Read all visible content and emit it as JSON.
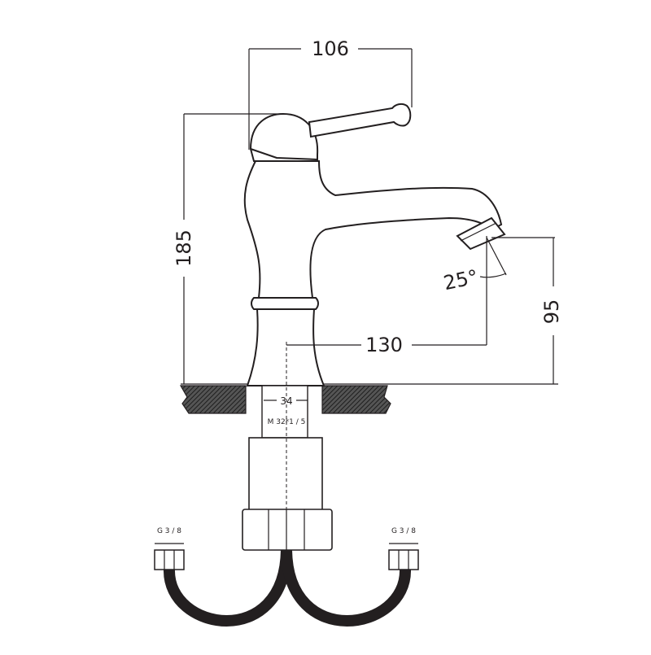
{
  "dimensions": {
    "width_top": "106",
    "height_total": "185",
    "spout_reach": "130",
    "spout_height": "95",
    "aerator_angle": "25°",
    "shank_diameter": "34",
    "thread": "M 32*1 / 5",
    "hose_left_thread": "G 3 / 8",
    "hose_right_thread": "G 3 / 8"
  },
  "colors": {
    "line": "#231f20",
    "hose": "#231f20",
    "hatch": "#3a3a3a"
  }
}
